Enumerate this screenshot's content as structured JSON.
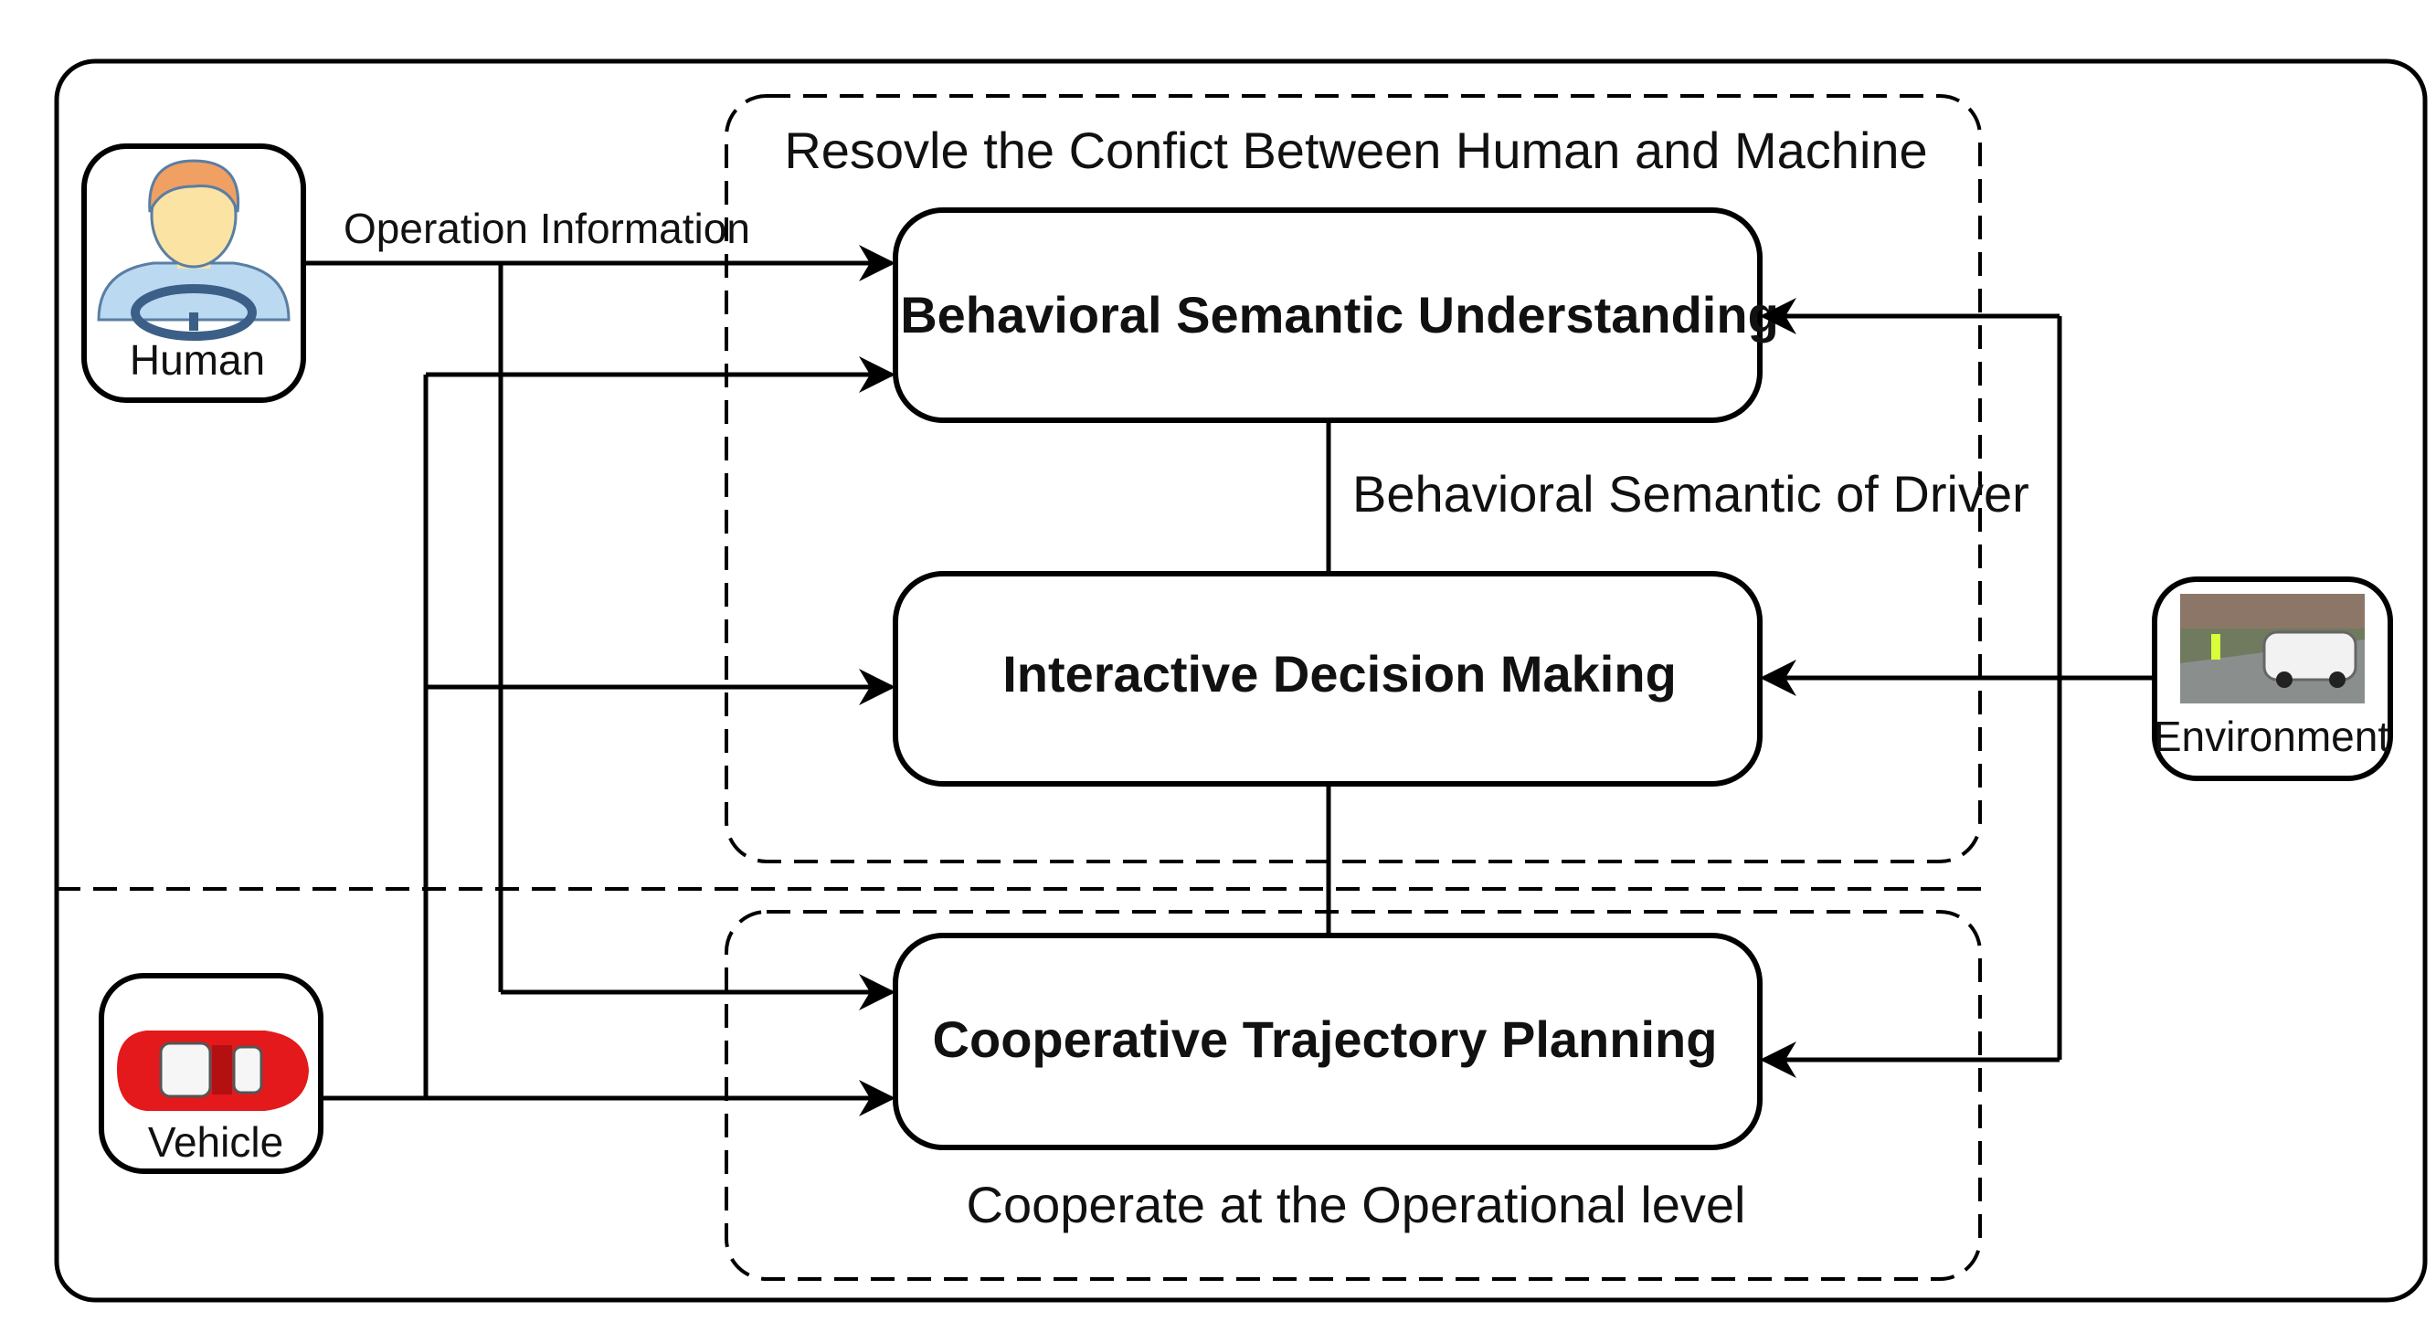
{
  "regions": {
    "top_title": "Resovle the Confict Between Human and Machine",
    "bottom_title": "Cooperate at the Operational level"
  },
  "blocks": {
    "semantic": "Behavioral Semantic Understanding",
    "decision": "Interactive Decision Making",
    "planning": "Cooperative Trajectory Planning"
  },
  "edge_labels": {
    "operation_info": "Operation Information",
    "driver_semantic": "Behavioral Semantic of Driver"
  },
  "sources": {
    "human": "Human",
    "vehicle": "Vehicle",
    "environment": "Environment"
  },
  "icons": {
    "human": "driver-avatar-icon",
    "vehicle": "red-car-icon",
    "environment": "road-scene-photo"
  },
  "colors": {
    "human_skin": "#fbe3a4",
    "human_hair": "#f0a063",
    "human_body": "#bcd9f2",
    "vehicle_body": "#e3191b",
    "road": "#8a8f8e"
  }
}
